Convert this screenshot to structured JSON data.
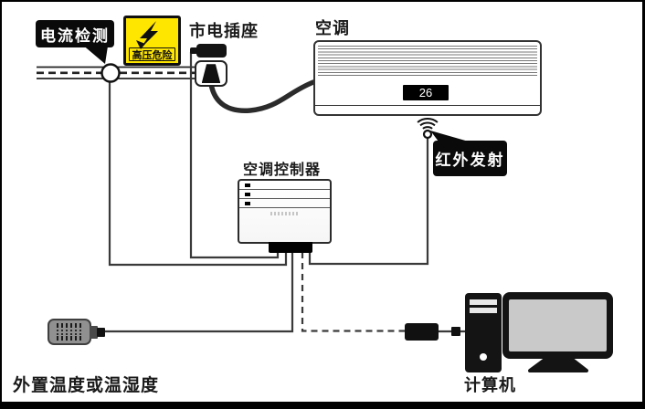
{
  "callouts": {
    "current_detection": {
      "label": "电流检测"
    },
    "ir_emission": {
      "label": "红外发射"
    }
  },
  "warning_sign": {
    "label": "高压危险",
    "color": "#ffe600"
  },
  "devices": {
    "mains_socket": {
      "label": "市电插座"
    },
    "air_conditioner": {
      "label": "空调",
      "display_value": "26"
    },
    "ac_controller": {
      "label": "空调控制器"
    },
    "external_sensor": {
      "label": "外置温度或温湿度"
    },
    "computer": {
      "label": "计算机"
    }
  },
  "colors": {
    "warning_yellow": "#ffe600",
    "callout_bg": "#0a0a0a",
    "callout_text": "#ffffff",
    "wire": "#3a3a3a",
    "screen_gray": "#c9c9c9"
  }
}
